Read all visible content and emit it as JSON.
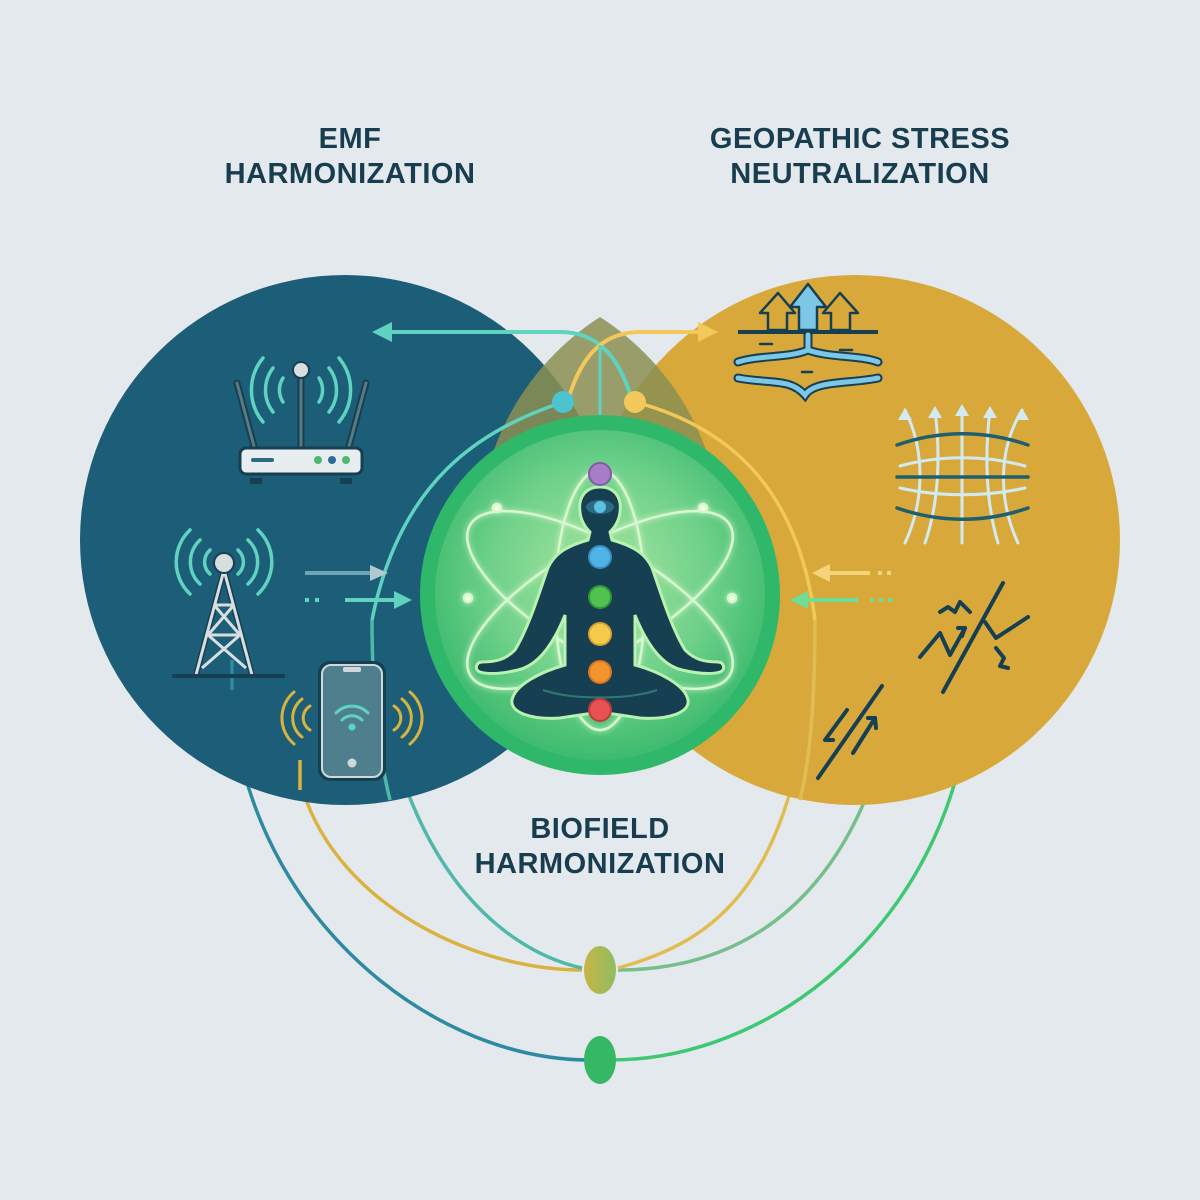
{
  "diagram": {
    "type": "venn-infographic",
    "background_color": "#e4e9ee",
    "text_color": "#173d4f"
  },
  "sections": {
    "emf": {
      "title_line1": "EMF",
      "title_line2": "HARMONIZATION",
      "color": "#1c5e78",
      "icons": [
        "wifi-router-icon",
        "cell-tower-icon",
        "smartphone-wifi-icon"
      ]
    },
    "geopathic": {
      "title_line1": "GEOPATHIC STRESS",
      "title_line2": "NEUTRALIZATION",
      "color": "#d8a93a",
      "icons": [
        "underground-water-veins-icon",
        "earth-grid-lines-icon",
        "fault-line-icon",
        "tectonic-shift-icon"
      ]
    },
    "biofield": {
      "title_line1": "BIOFIELD",
      "title_line2": "HARMONIZATION",
      "color": "#2fb86a",
      "icons": [
        "meditating-figure-icon",
        "atom-orbit-icon"
      ],
      "chakras": [
        {
          "name": "crown",
          "color": "#a87cc8"
        },
        {
          "name": "third-eye",
          "color": "#5bc2e0"
        },
        {
          "name": "throat",
          "color": "#4fb3e6"
        },
        {
          "name": "heart",
          "color": "#4fc24f"
        },
        {
          "name": "solar-plexus",
          "color": "#f5cc4a"
        },
        {
          "name": "sacral",
          "color": "#f3952f"
        },
        {
          "name": "root",
          "color": "#e5524f"
        }
      ]
    }
  },
  "connectors": {
    "teal": "#5fd3bf",
    "gold": "#f2c85a",
    "green": "#3fc873",
    "bottom_nodes": [
      {
        "name": "combined-node",
        "color": "#a8b64e"
      },
      {
        "name": "harmony-node",
        "color": "#35b864"
      }
    ]
  }
}
